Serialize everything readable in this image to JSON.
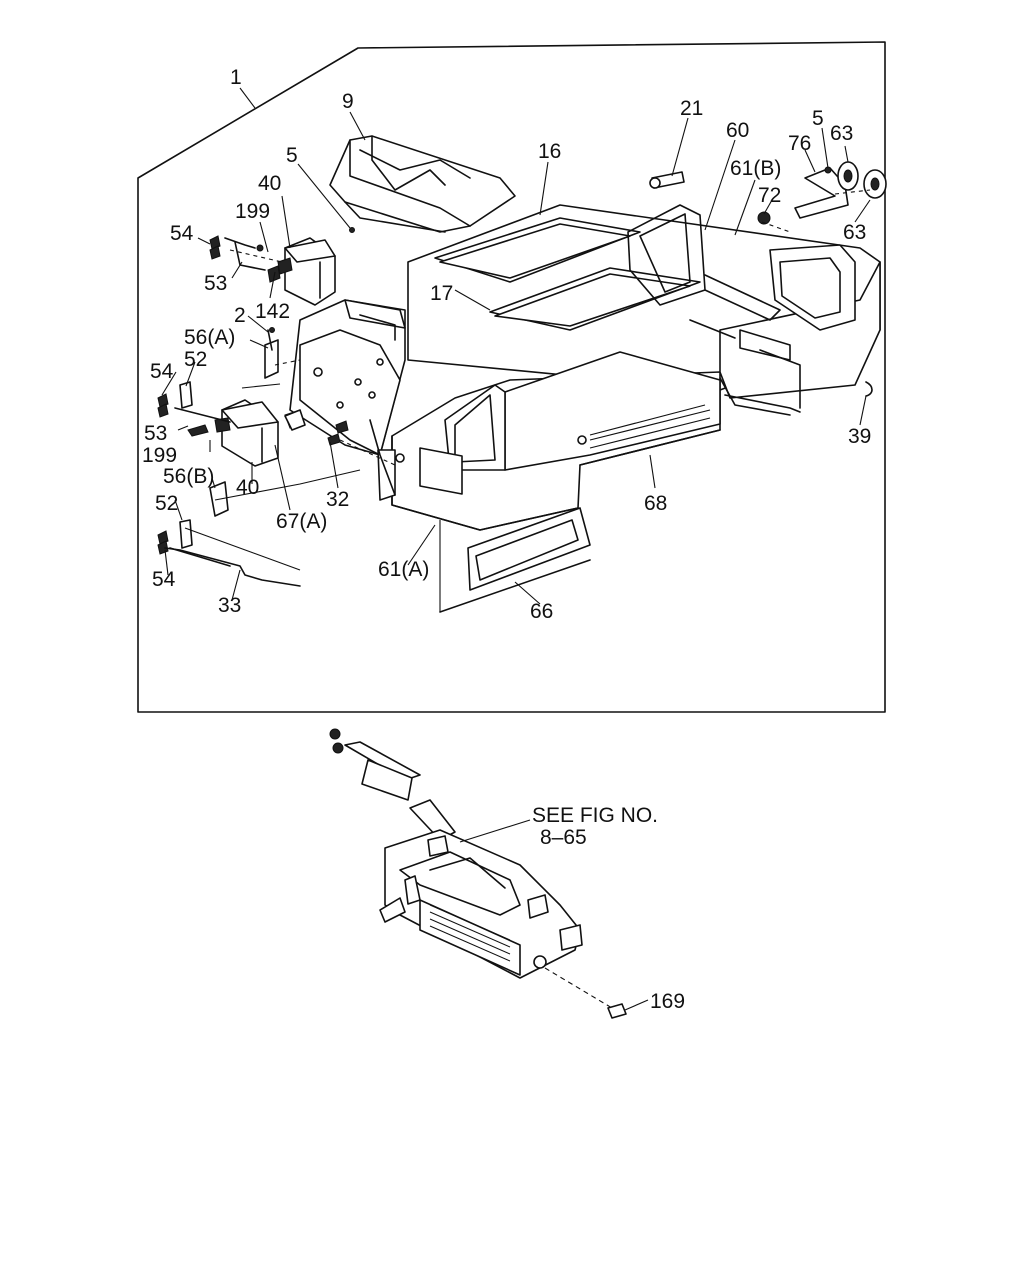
{
  "diagram": {
    "callouts": [
      {
        "id": "c1",
        "text": "1"
      },
      {
        "id": "c9",
        "text": "9"
      },
      {
        "id": "c16",
        "text": "16"
      },
      {
        "id": "c21",
        "text": "21"
      },
      {
        "id": "c60",
        "text": "60"
      },
      {
        "id": "c61b",
        "text": "61(B)"
      },
      {
        "id": "c72",
        "text": "72"
      },
      {
        "id": "c76",
        "text": "76"
      },
      {
        "id": "c5r",
        "text": "5"
      },
      {
        "id": "c63a",
        "text": "63"
      },
      {
        "id": "c63b",
        "text": "63"
      },
      {
        "id": "c5l",
        "text": "5"
      },
      {
        "id": "c40a",
        "text": "40"
      },
      {
        "id": "c199a",
        "text": "199"
      },
      {
        "id": "c54a",
        "text": "54"
      },
      {
        "id": "c53a",
        "text": "53"
      },
      {
        "id": "c142",
        "text": "142"
      },
      {
        "id": "c2",
        "text": "2"
      },
      {
        "id": "c17",
        "text": "17"
      },
      {
        "id": "c56a",
        "text": "56(A)"
      },
      {
        "id": "c52a",
        "text": "52"
      },
      {
        "id": "c54b",
        "text": "54"
      },
      {
        "id": "c53b",
        "text": "53"
      },
      {
        "id": "c199b",
        "text": "199"
      },
      {
        "id": "c40b",
        "text": "40"
      },
      {
        "id": "c56b",
        "text": "56(B)"
      },
      {
        "id": "c52b",
        "text": "52"
      },
      {
        "id": "c54c",
        "text": "54"
      },
      {
        "id": "c33",
        "text": "33"
      },
      {
        "id": "c32",
        "text": "32"
      },
      {
        "id": "c67a",
        "text": "67(A)"
      },
      {
        "id": "c61a",
        "text": "61(A)"
      },
      {
        "id": "c66",
        "text": "66"
      },
      {
        "id": "c68",
        "text": "68"
      },
      {
        "id": "c39",
        "text": "39"
      },
      {
        "id": "c169",
        "text": "169"
      }
    ],
    "reference_note": {
      "line1": "SEE FIG NO.",
      "line2": "8–65"
    }
  }
}
